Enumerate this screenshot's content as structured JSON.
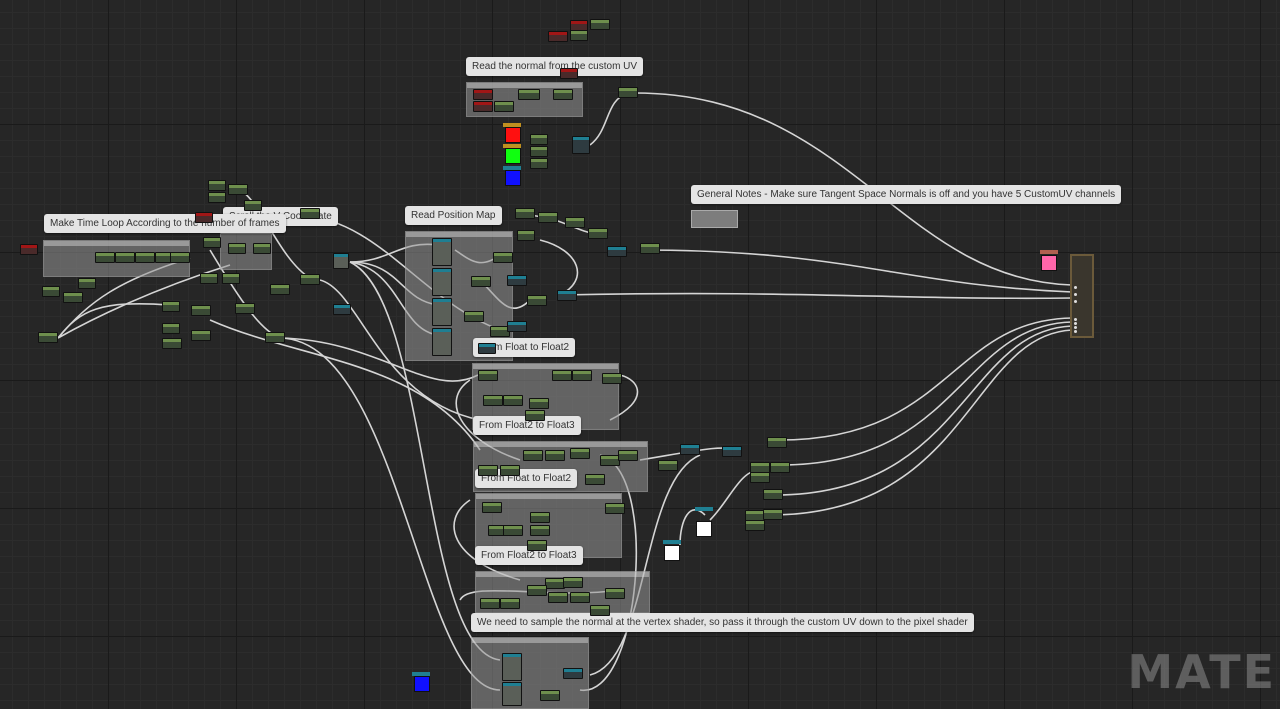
{
  "comments": [
    {
      "id": "normal-uv",
      "label": "Read the normal from the custom UV"
    },
    {
      "id": "time-loop",
      "label": "Make Time Loop According to the number of frames"
    },
    {
      "id": "scroll-v",
      "label": "Scroll the V Coordinate"
    },
    {
      "id": "position-map",
      "label": "Read Position Map"
    },
    {
      "id": "general-notes",
      "label": "General Notes - Make sure Tangent Space Normals is off and you have 5  CustomUV channels"
    },
    {
      "id": "f2f2a",
      "label": "From Float to Float2"
    },
    {
      "id": "f23a",
      "label": "From Float2 to Float3"
    },
    {
      "id": "f2f2b",
      "label": "From Float to Float2"
    },
    {
      "id": "f23b",
      "label": "From Float2 to Float3"
    },
    {
      "id": "vertex",
      "label": "We need to sample the normal at the vertex shader, so pass it through the custom UV  down to the pixel shader"
    }
  ],
  "colors": {
    "red": "#ff1010",
    "green": "#10ff10",
    "blue": "#1010ff",
    "white": "#ffffff",
    "pink": "#ff66aa"
  },
  "icons": [
    "material-output-icon"
  ],
  "watermark": "MATE"
}
